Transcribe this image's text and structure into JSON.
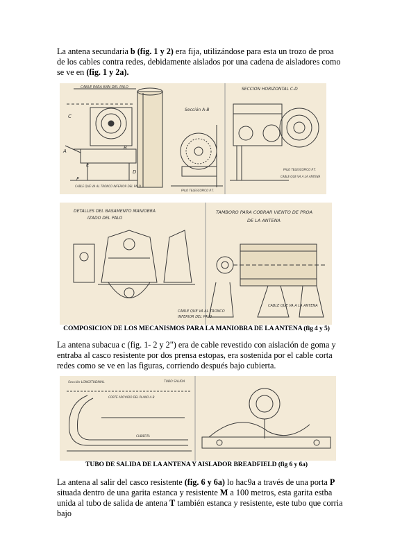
{
  "paragraphs": {
    "p1": {
      "a": "La antena secundaria ",
      "b1": "b (fig. 1 y 2)",
      "c": " era fija, utilizándose para esta un trozo de proa de los cables contra redes, debidamente aislados por una cadena de aisladores como se ve en ",
      "b2": "(fig. 1 y 2a)."
    },
    "p2": {
      "text": "La antena subacua c (fig. 1- 2 y 2\") era de cable revestido con aislación de goma y entraba al casco resistente por dos prensa estopas, era sostenida por el cable corta redes como se ve en las figuras, corriendo después bajo cubierta."
    },
    "p3": {
      "a": "La antena al salir del casco resistente ",
      "b1": "(fig. 6 y 6a)",
      "c": " lo hac9a a través de una porta ",
      "b2": "P",
      "d": " situada dentro de una garita estanca y resistente ",
      "b3": "M",
      "e": " a 100 metros, esta garita estba unida al tubo de salida de antena ",
      "b4": "T",
      "f": " también estanca y resistente, este tubo que corria bajo"
    }
  },
  "captions": {
    "fig45": "COMPOSICION DE LOS MECANISMOS PARA LA MANIOBRA DE LA ANTENA (fig 4 y 5)",
    "fig66a": "TUBO DE SALIDA DE LA ANTENA Y AISLADOR BREADFIELD (fig 6 y 6a)"
  },
  "drawing_labels": {
    "d1": {
      "cable_palo": "CABLE PARA BAN DEL PALO",
      "seccion_ab": "Sección A-B",
      "seccion_cd": "SECCION HORIZONTAL C-D",
      "a": "A",
      "b": "B",
      "c": "C",
      "d": "D",
      "e": "E",
      "f": "F",
      "cable_tronco": "CABLE QUE VA AL TRONCO INFERIOR DEL PALO",
      "palo_telescopico": "PALO TELESCOPICO P.T.",
      "palo_telescopico_2": "PALO TELESCOPICO P.T.",
      "cable_antena": "CABLE QUE VA A LA ANTENA"
    },
    "d2": {
      "detalles_1": "DETALLES DEL BASAMENTO MANIOBRA",
      "detalles_2": "IZADO DEL PALO",
      "tambor_1": "TAMBORO PARA COBRAR VIENTO DE PROA",
      "tambor_2": "DE LA ANTENA",
      "cable_1": "CABLE QUE VA AL TRONCO",
      "cable_2": "INFERIOR DEL PALO",
      "cable_antena": "CABLE QUE VA A LA ANTENA"
    },
    "d3": {
      "seccion_long": "Sección LONGITUDINAL",
      "tubo_salida": "TUBO SALIDA",
      "corte": "CORTE APOYADO DEL PLANO A-B",
      "cubierta": "CUBIERTA"
    }
  },
  "colors": {
    "paper": "#f3ead7",
    "ink": "#3a3a3a"
  }
}
